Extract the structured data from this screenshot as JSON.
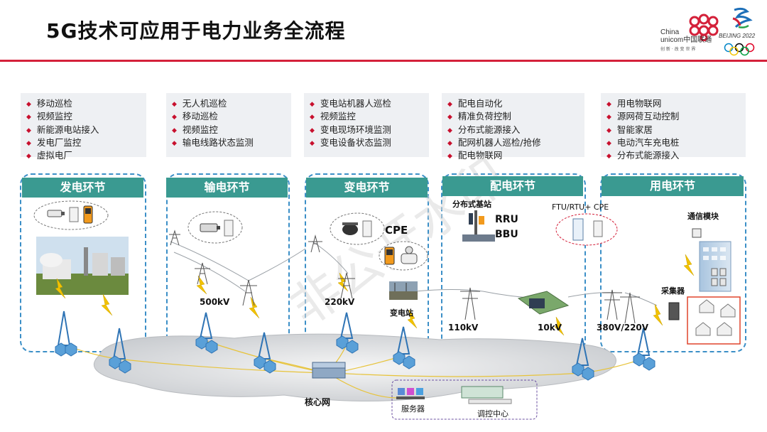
{
  "title": "5G技术可应用于电力业务全流程",
  "logos": {
    "unicom_en_1": "China",
    "unicom_en_2": "unicom中国联通",
    "unicom_slogan": "创 新 · 改 变 世 界",
    "beijing": "BEIJING 2022"
  },
  "watermark": "非公开水印",
  "feature_lists": [
    [
      "移动巡检",
      "视频监控",
      "新能源电站接入",
      "发电厂监控",
      "虚拟电厂"
    ],
    [
      "无人机巡检",
      "移动巡检",
      "视频监控",
      "输电线路状态监测"
    ],
    [
      "变电站机器人巡检",
      "视频监控",
      "变电现场环境监测",
      "变电设备状态监测"
    ],
    [
      "配电自动化",
      "精准负荷控制",
      "分布式能源接入",
      "配网机器人巡检/抢修",
      "配电物联网"
    ],
    [
      "用电物联网",
      "源网荷互动控制",
      "智能家居",
      "电动汽车充电桩",
      "分布式能源接入"
    ]
  ],
  "stages": [
    "发电环节",
    "输电环节",
    "变电环节",
    "配电环节",
    "用电环节"
  ],
  "labels": {
    "kv500": "500kV",
    "kv220": "220kV",
    "substation": "变电站",
    "cpe": "CPE",
    "distributed_bs": "分布式基站",
    "rru": "RRU",
    "bbu": "BBU",
    "ftu": "FTU/RTU+ CPE",
    "kv110": "110kV",
    "kv10": "10kV",
    "kv380": "380V/220V",
    "comm_module": "通信模块",
    "collector": "采集器",
    "core_network": "核心网",
    "server": "服务器",
    "control_center": "调控中心"
  },
  "colors": {
    "accent_red": "#d4213a",
    "stage_header": "#3a9a91",
    "dashed_border": "#3b8fc7",
    "feature_bg": "#eef0f3",
    "tower_blue": "#2f74b5",
    "lightning": "#f2c200"
  }
}
